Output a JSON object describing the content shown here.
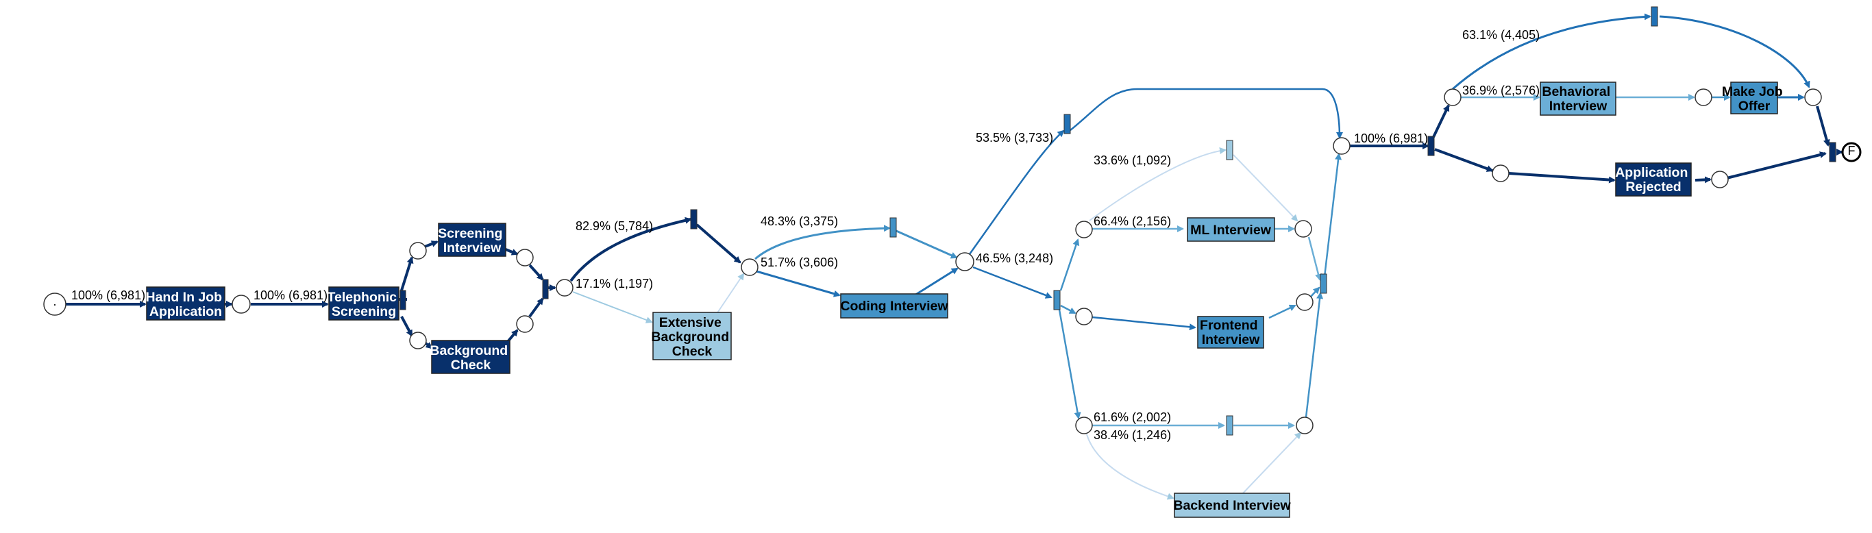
{
  "colors": {
    "dark": "#08306b",
    "mid": "#2171b5",
    "medium": "#4292c6",
    "light": "#6baed6",
    "lighter": "#9ecae1",
    "pale": "#c6dbef"
  },
  "activities": {
    "hand_in_job_application": [
      "Hand In Job",
      "Application"
    ],
    "telephonic_screening": [
      "Telephonic",
      "Screening"
    ],
    "screening_interview": [
      "Screening",
      "Interview"
    ],
    "background_check": [
      "Background",
      "Check"
    ],
    "extensive_background_check": [
      "Extensive",
      "Background",
      "Check"
    ],
    "coding_interview": [
      "Coding Interview"
    ],
    "ml_interview": [
      "ML Interview"
    ],
    "frontend_interview": [
      "Frontend",
      "Interview"
    ],
    "backend_interview": [
      "Backend Interview"
    ],
    "behavioral_interview": [
      "Behavioral",
      "Interview"
    ],
    "make_job_offer": [
      "Make Job",
      "Offer"
    ],
    "application_rejected": [
      "Application",
      "Rejected"
    ]
  },
  "edge_labels": {
    "start_to_hand_in": "100% (6,981)",
    "hand_in_to_telephonic": "100% (6,981)",
    "to_hidden_regular": "82.9% (5,784)",
    "to_extensive_check": "17.1% (1,197)",
    "to_hidden_coding": "48.3% (3,375)",
    "to_coding_interview": "51.7% (3,606)",
    "skip_specialized": "53.5% (3,733)",
    "to_specialized": "46.5% (3,248)",
    "skip_ml": "33.6% (1,092)",
    "to_ml": "66.4% (2,156)",
    "skip_backend": "61.6% (2,002)",
    "to_backend": "38.4% (1,246)",
    "to_decision": "100% (6,981)",
    "skip_behavioral": "63.1% (4,405)",
    "to_behavioral": "36.9% (2,576)"
  },
  "places": {
    "source_marker": "·",
    "sink_marker": "F"
  }
}
